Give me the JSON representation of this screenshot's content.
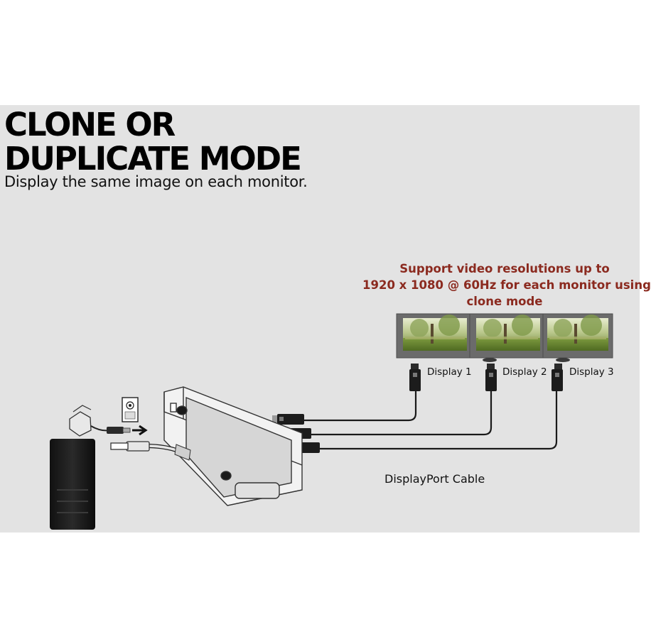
{
  "heading": {
    "line1": "CLONE OR",
    "line2": "DUPLICATE MODE"
  },
  "subtitle": "Display the same image on each monitor.",
  "callout": {
    "line1": "Support video resolutions up to",
    "line2": "1920 x 1080 @ 60Hz for each monitor using",
    "line3": "clone mode",
    "color": "#8b2a1f"
  },
  "displays": [
    {
      "label": "Display 1"
    },
    {
      "label": "Display 2"
    },
    {
      "label": "Display 3"
    }
  ],
  "cable_label": "DisplayPort Cable",
  "colors": {
    "background_panel": "#e3e3e3",
    "monitor_bezel": "#6b6b6b",
    "cable": "#1a1a1a"
  }
}
